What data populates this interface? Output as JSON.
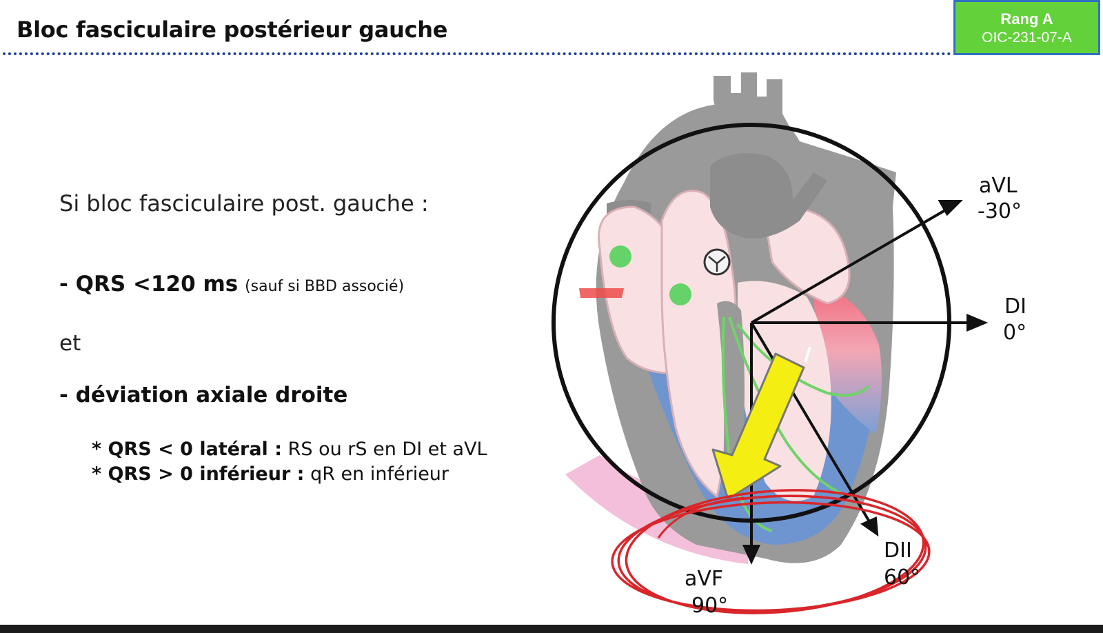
{
  "slide": {
    "title": "Bloc fasciculaire postérieur gauche",
    "badge": {
      "line1": "Rang A",
      "line2": "OIC-231-07-A"
    }
  },
  "content": {
    "intro": "Si bloc fasciculaire post. gauche :",
    "criterion1": {
      "bold": "- QRS <120 ms",
      "note": "(sauf si BBD associé)"
    },
    "connector": "et",
    "criterion2": {
      "bold": "- déviation axiale droite"
    },
    "details": [
      {
        "bold": "* QRS < 0 latéral :",
        "text": "RS ou rS en DI et aVL"
      },
      {
        "bold": "* QRS > 0 inférieur :",
        "text": "qR en inférieur"
      }
    ]
  },
  "diagram": {
    "leads": [
      {
        "name": "aVL",
        "angle": "-30°"
      },
      {
        "name": "DI",
        "angle": "0°"
      },
      {
        "name": "DII",
        "angle": "60°"
      },
      {
        "name": "aVF",
        "angle": "90°"
      }
    ],
    "colors": {
      "badge_green": "#63d13a",
      "axis_arrow_yellow": "#f5ee12",
      "highlight_red": "#d9262b",
      "heart_gray": "#9a9a9a",
      "myocardium_pink": "#f9e1e3",
      "ventricle_blue": "#6e95cf"
    }
  }
}
